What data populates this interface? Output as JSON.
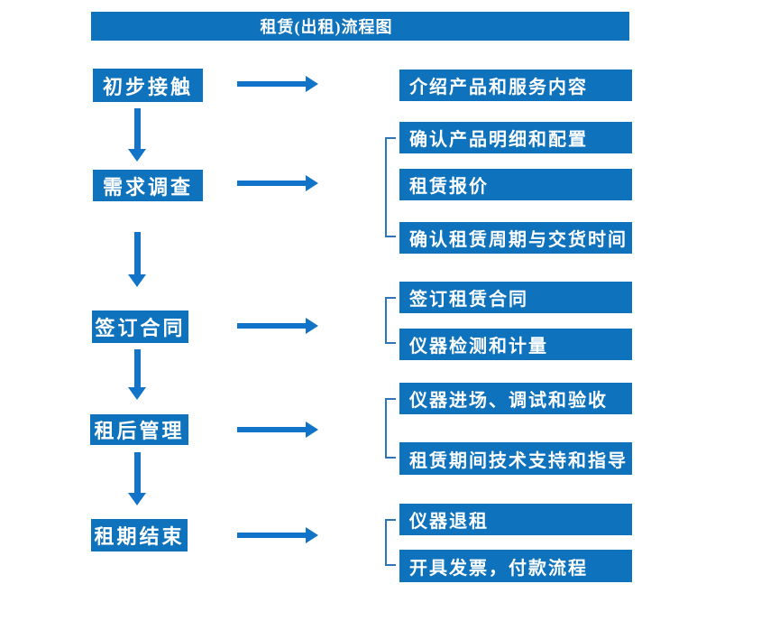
{
  "title": "租赁(出租)流程图",
  "colors": {
    "primary_blue": "#0E72BD",
    "arrow_blue": "#1274C9",
    "bracket_blue": "#2E75B6",
    "text_white": "#FFFFFF"
  },
  "steps": [
    {
      "label": "初步接触"
    },
    {
      "label": "需求调查"
    },
    {
      "label": "签订合同"
    },
    {
      "label": "租后管理"
    },
    {
      "label": "租期结束"
    }
  ],
  "details": [
    {
      "label": "介绍产品和服务内容"
    },
    {
      "label": "确认产品明细和配置"
    },
    {
      "label": "租赁报价"
    },
    {
      "label": "确认租赁周期与交货时间"
    },
    {
      "label": "签订租赁合同"
    },
    {
      "label": "仪器检测和计量"
    },
    {
      "label": "仪器进场、调试和验收"
    },
    {
      "label": "租赁期间技术支持和指导"
    },
    {
      "label": "仪器退租"
    },
    {
      "label": "开具发票，付款流程"
    }
  ]
}
